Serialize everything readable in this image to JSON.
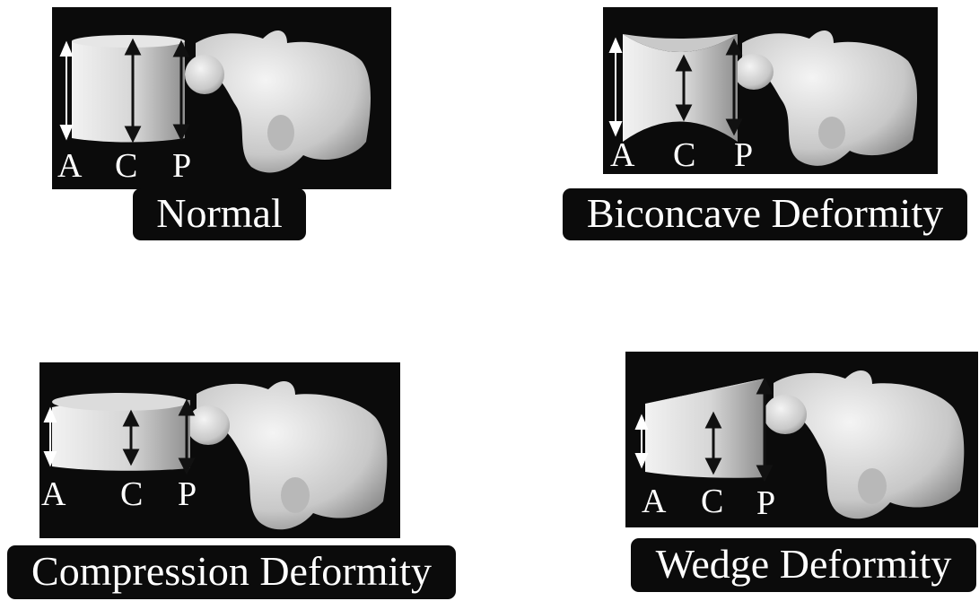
{
  "panels": [
    {
      "id": "normal",
      "title": "Normal",
      "letters": [
        "A",
        "C",
        "P"
      ]
    },
    {
      "id": "biconcave",
      "title": "Biconcave Deformity",
      "letters": [
        "A",
        "C",
        "P"
      ]
    },
    {
      "id": "compression",
      "title": "Compression Deformity",
      "letters": [
        "A",
        "C",
        "P"
      ]
    },
    {
      "id": "wedge",
      "title": "Wedge Deformity",
      "letters": [
        "A",
        "C",
        "P"
      ]
    }
  ],
  "colors": {
    "panel_background": "#0b0b0b",
    "bone": "#d9d9d9",
    "bone_shadow": "#9a9a9a",
    "label_text": "#ffffff"
  },
  "icon_names": [
    "vertebral-body-icon",
    "posterior-arch-icon",
    "height-arrow-icon"
  ]
}
